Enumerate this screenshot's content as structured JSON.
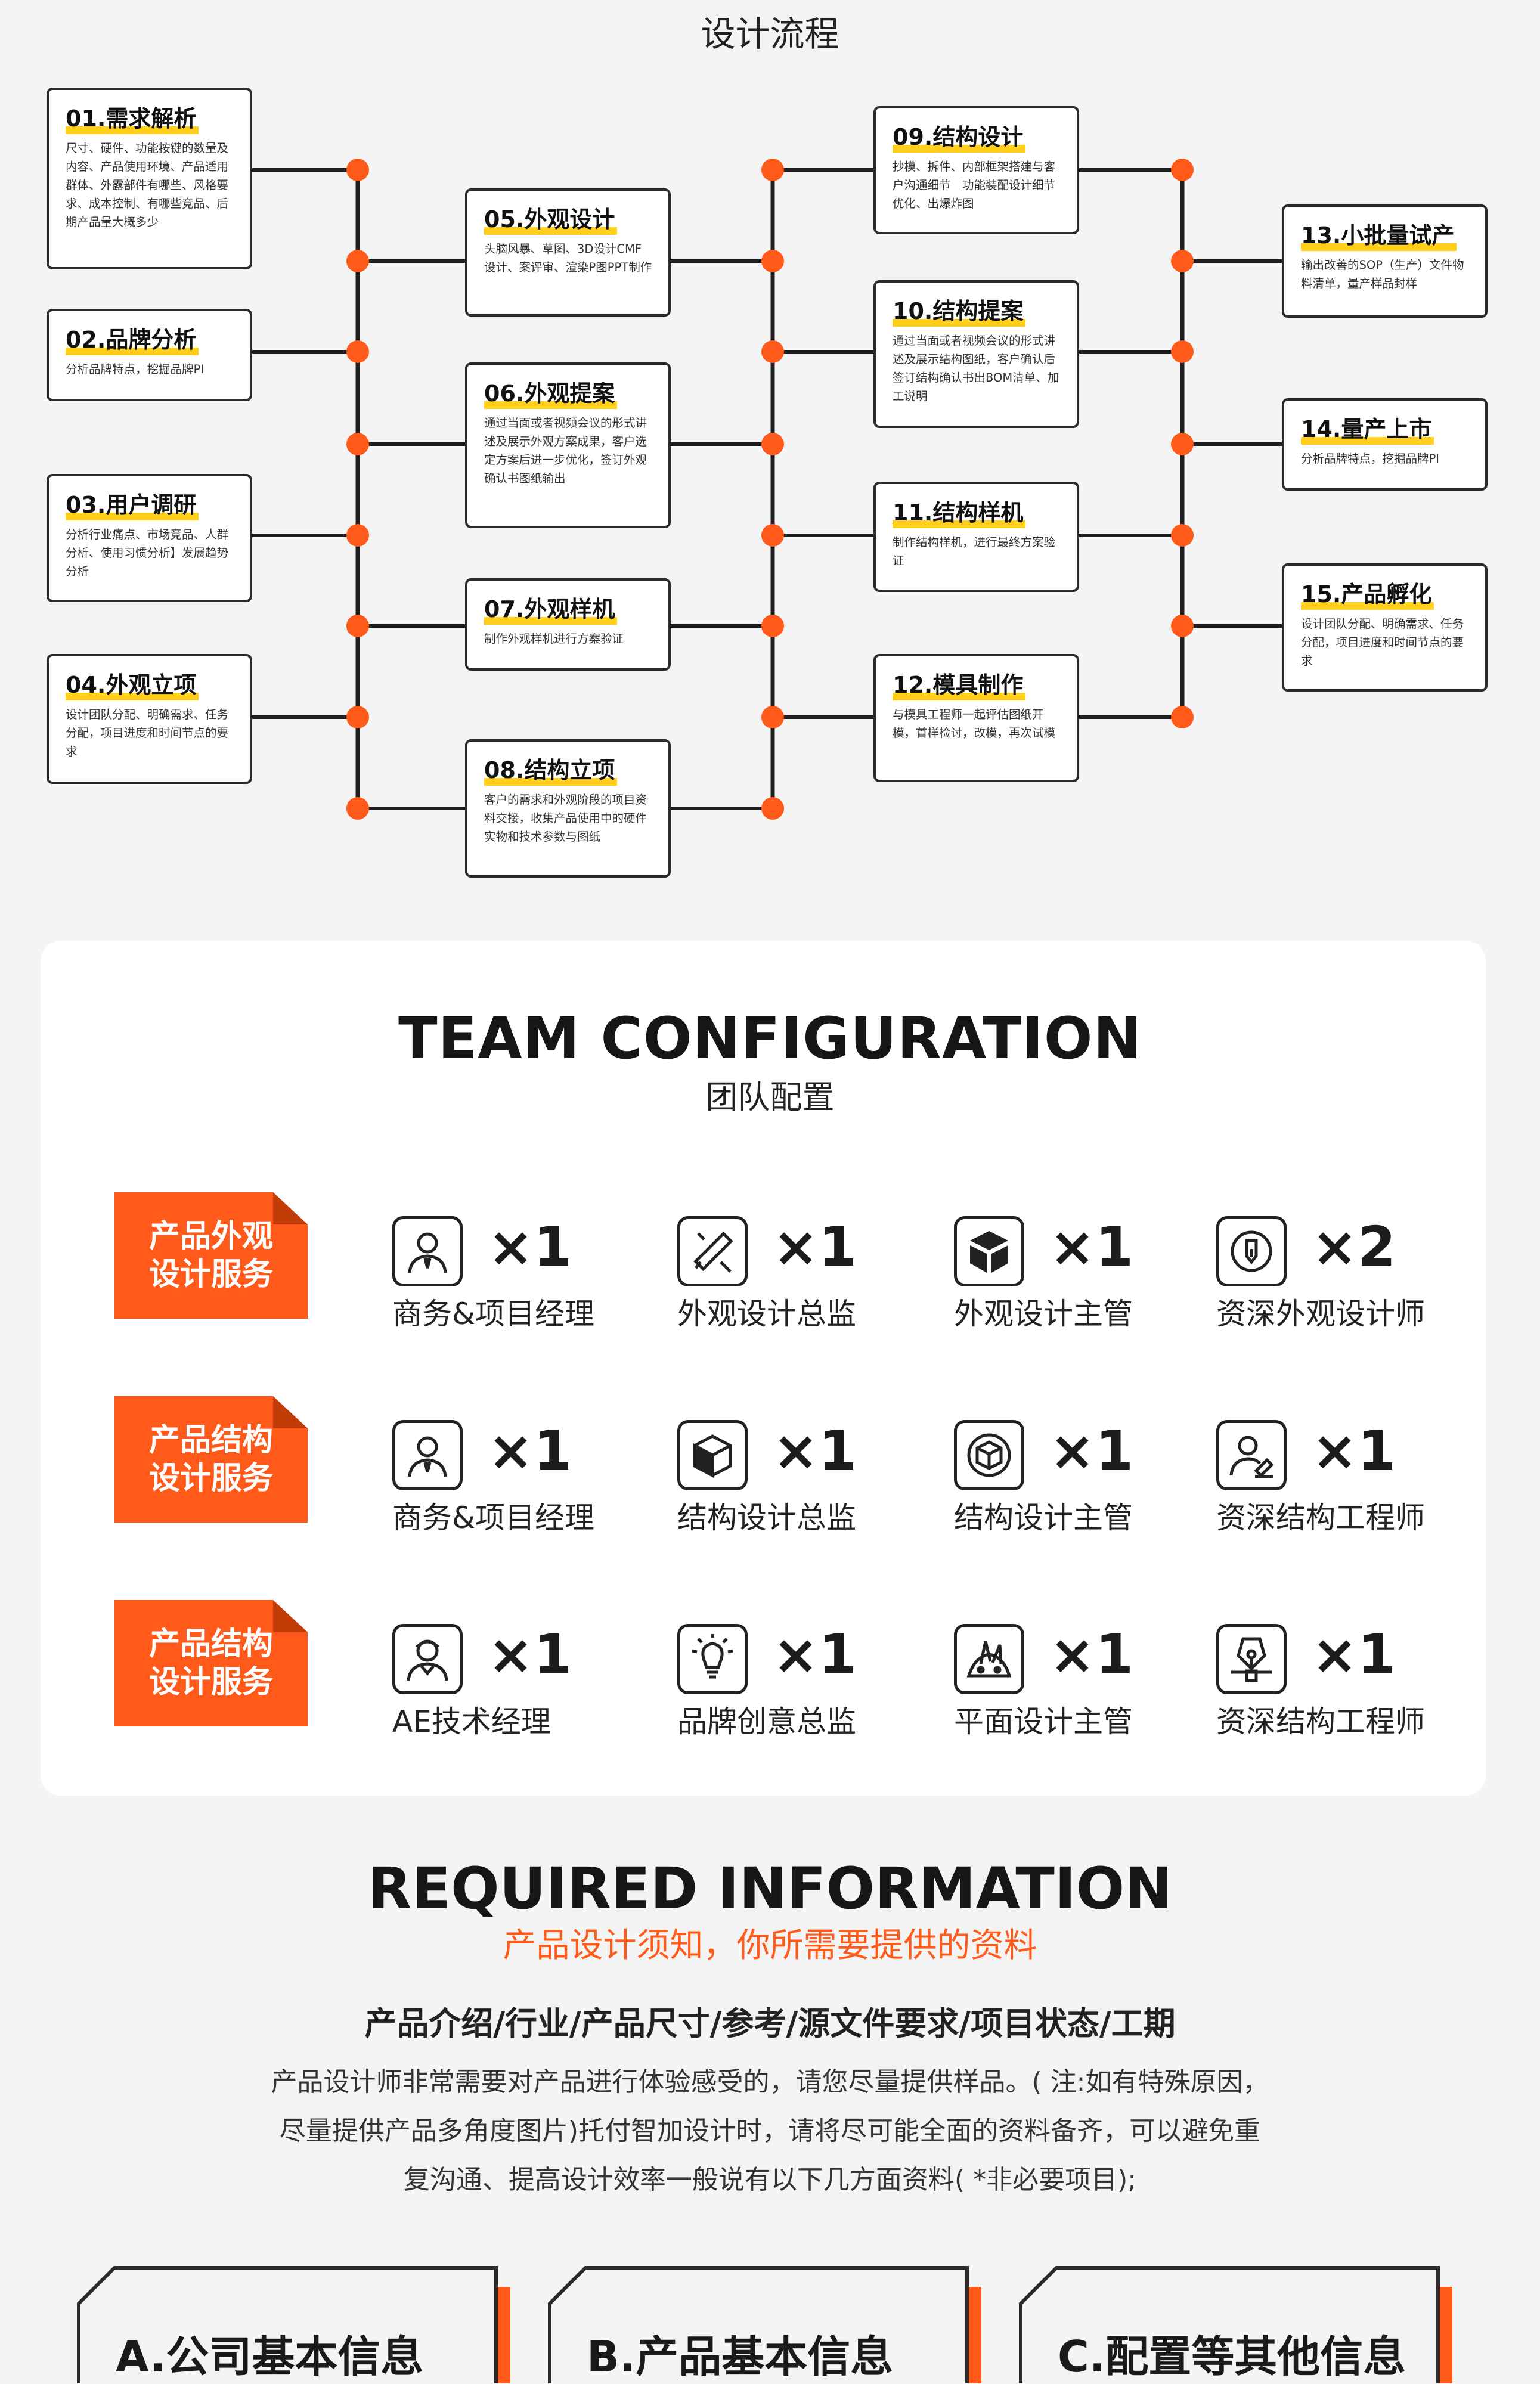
{
  "flow": {
    "title": "设计流程",
    "steps": [
      {
        "title": "01.需求解析",
        "desc": "尺寸、硬件、功能按键的数量及内容、产品使用环境、产品适用群体、外露部件有哪些、风格要求、成本控制、有哪些竞品、后期产品量大概多少"
      },
      {
        "title": "02.品牌分析",
        "desc": "分析品牌特点，挖掘品牌PI"
      },
      {
        "title": "03.用户调研",
        "desc": "分析行业痛点、市场竞品、人群分析、使用习惯分析】发展趋势分析"
      },
      {
        "title": "04.外观立项",
        "desc": "设计团队分配、明确需求、任务分配，项目进度和时间节点的要求"
      },
      {
        "title": "05.外观设计",
        "desc": "头脑风暴、草图、3D设计CMF设计、案评审、渲染P图PPT制作"
      },
      {
        "title": "06.外观提案",
        "desc": "通过当面或者视频会议的形式讲述及展示外观方案成果，客户选定方案后进一步优化，签订外观确认书图纸输出"
      },
      {
        "title": "07.外观样机",
        "desc": "制作外观样机进行方案验证"
      },
      {
        "title": "08.结构立项",
        "desc": "客户的需求和外观阶段的项目资料交接，收集产品使用中的硬件实物和技术参数与图纸"
      },
      {
        "title": "09.结构设计",
        "desc": "抄模、拆件、内部框架搭建与客户沟通细节　功能装配设计细节优化、出爆炸图"
      },
      {
        "title": "10.结构提案",
        "desc": "通过当面或者视频会议的形式讲述及展示结构图纸，客户确认后签订结构确认书出BOM清单、加工说明"
      },
      {
        "title": "11.结构样机",
        "desc": "制作结构样机，进行最终方案验证"
      },
      {
        "title": "12.模具制作",
        "desc": "与模具工程师一起评估图纸开模，首样检讨，改模，再次试模"
      },
      {
        "title": "13.小批量试产",
        "desc": "输出改善的SOP（生产）文件物料清单，量产样品封样"
      },
      {
        "title": "14.量产上市",
        "desc": "分析品牌特点，挖掘品牌PI"
      },
      {
        "title": "15.产品孵化",
        "desc": "设计团队分配、明确需求、任务分配，项目进度和时间节点的要求"
      }
    ]
  },
  "team": {
    "title_en": "TEAM CONFIGURATION",
    "title_cn": "团队配置",
    "rows": [
      {
        "service": [
          "产品外观",
          "设计服务"
        ],
        "roles": [
          {
            "icon": "manager-icon",
            "count": "×1",
            "name": "商务&项目经理"
          },
          {
            "icon": "ruler-pencil-icon",
            "count": "×1",
            "name": "外观设计总监"
          },
          {
            "icon": "cube-stack-icon",
            "count": "×1",
            "name": "外观设计主管"
          },
          {
            "icon": "pen-tool-icon",
            "count": "×2",
            "name": "资深外观设计师"
          }
        ]
      },
      {
        "service": [
          "产品结构",
          "设计服务"
        ],
        "roles": [
          {
            "icon": "manager-icon",
            "count": "×1",
            "name": "商务&项目经理"
          },
          {
            "icon": "cube-icon",
            "count": "×1",
            "name": "结构设计总监"
          },
          {
            "icon": "cube-frame-icon",
            "count": "×1",
            "name": "结构设计主管"
          },
          {
            "icon": "engineer-icon",
            "count": "×1",
            "name": "资深结构工程师"
          }
        ]
      },
      {
        "service": [
          "产品结构",
          "设计服务"
        ],
        "roles": [
          {
            "icon": "technician-icon",
            "count": "×1",
            "name": "AE技术经理"
          },
          {
            "icon": "lightbulb-icon",
            "count": "×1",
            "name": "品牌创意总监"
          },
          {
            "icon": "palette-icon",
            "count": "×1",
            "name": "平面设计主管"
          },
          {
            "icon": "vector-pen-icon",
            "count": "×1",
            "name": "资深结构工程师"
          }
        ]
      }
    ]
  },
  "required": {
    "title_en": "REQUIRED INFORMATION",
    "title_cn": "产品设计须知，你所需要提供的资料",
    "items_line": "产品介绍/行业/产品尺寸/参考/源文件要求/项目状态/工期",
    "body_lines": [
      "产品设计师非常需要对产品进行体验感受的，请您尽量提供样品。( 注:如有特殊原因，",
      "尽量提供产品多角度图片)托付智加设计时，请将尽可能全面的资料备齐，可以避免重",
      "复沟通、提高设计效率一般说有以下几方面资料( *非必要项目);"
    ],
    "tabs": [
      "A.公司基本信息",
      "B.产品基本信息",
      "C.配置等其他信息"
    ]
  },
  "colors": {
    "accent": "#ff5a19",
    "highlight": "#ffcf1c",
    "dark": "#222222"
  }
}
